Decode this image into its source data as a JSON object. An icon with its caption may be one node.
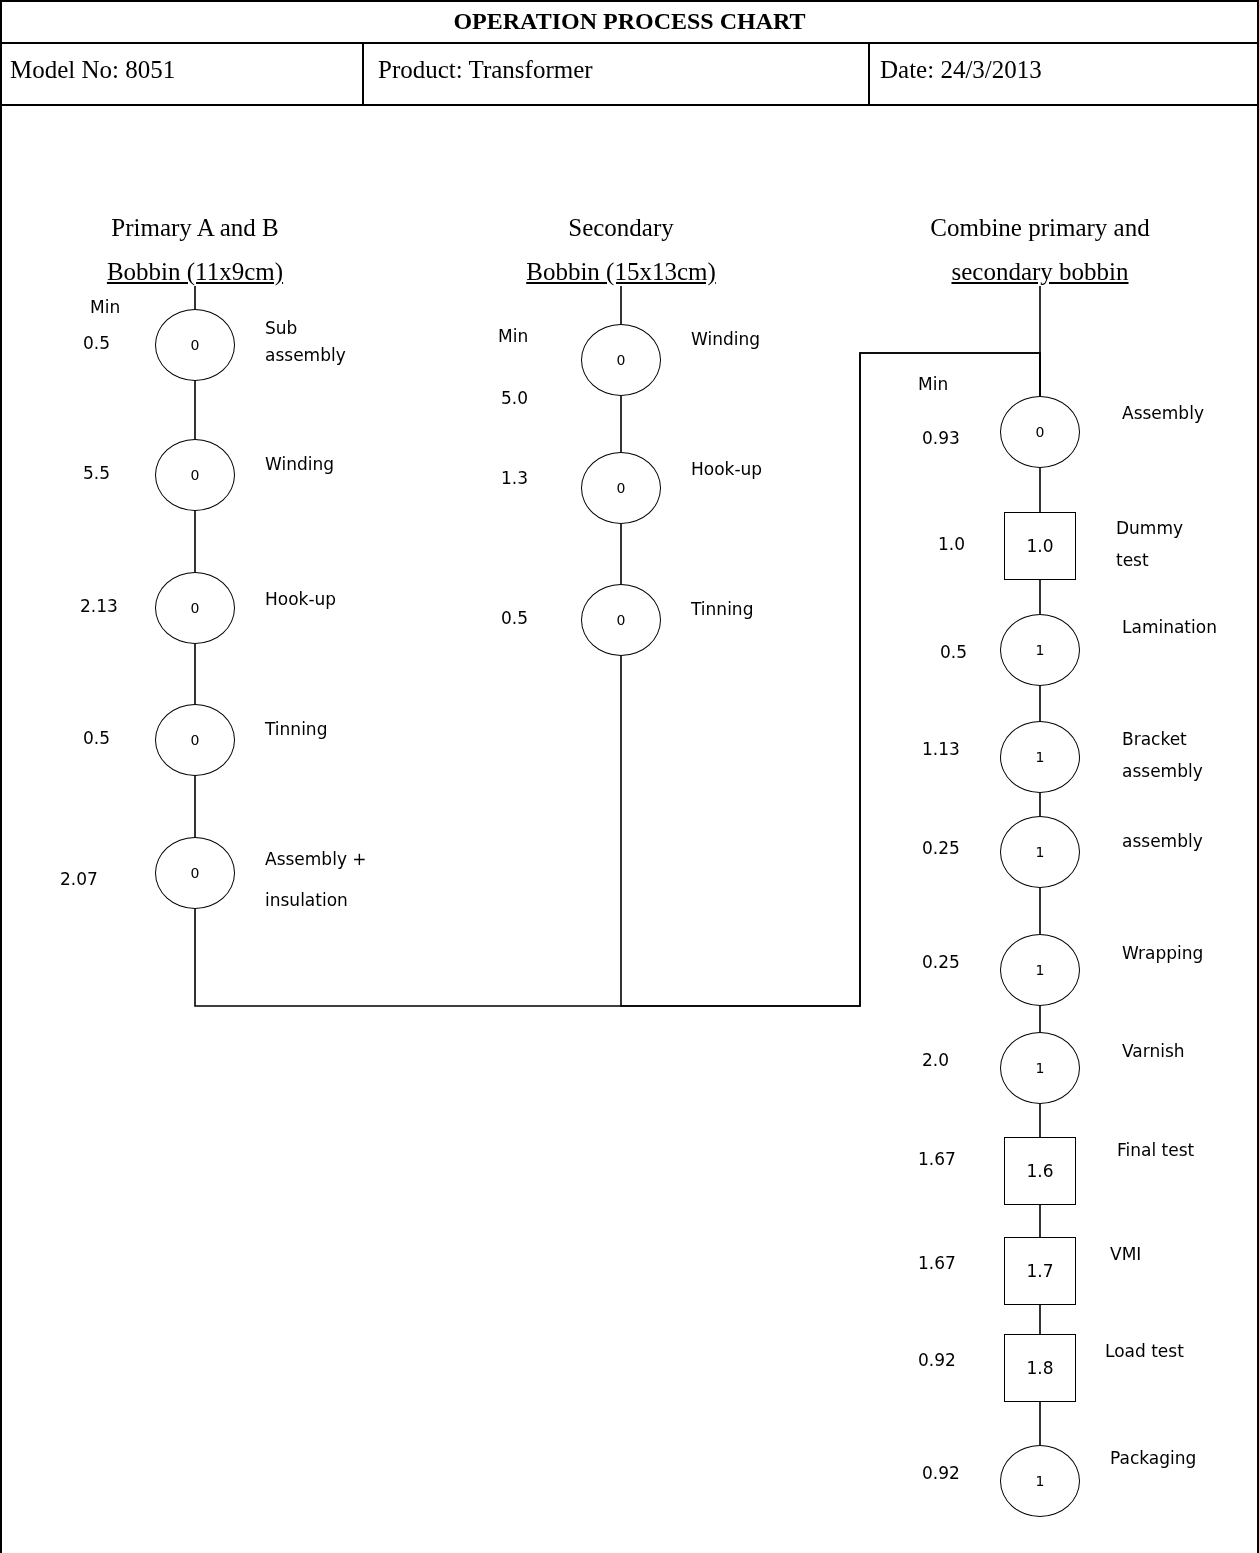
{
  "diagram": {
    "title": "OPERATION PROCESS CHART",
    "nodes": [
      {
        "text": [
          "Primary A and B",
          "Bobbin (11x9cm)"
        ]
      },
      {
        "text": [
          "Secondary",
          "Bobbin (15x13cm)"
        ]
      },
      {
        "text": [
          "Combine primary and",
          "secondary bobbin"
        ]
      },
      {
        "text": [
          "0"
        ],
        "beside": [
          "0.5",
          "Sub assembly"
        ]
      },
      {
        "text": [
          "0"
        ],
        "beside": [
          "5.5",
          "Winding"
        ]
      },
      {
        "text": [
          "0"
        ],
        "beside": [
          "2.13",
          "Hook-up"
        ]
      },
      {
        "text": [
          "0"
        ],
        "beside": [
          "0.5",
          "Tinning"
        ]
      },
      {
        "text": [
          "0"
        ],
        "beside": [
          "2.07",
          "Assembly + insulation"
        ]
      },
      {
        "text": [
          "0"
        ],
        "beside": [
          "5.0",
          "Winding"
        ]
      },
      {
        "text": [
          "0"
        ],
        "beside": [
          "1.3",
          "Hook-up"
        ]
      },
      {
        "text": [
          "0"
        ],
        "beside": [
          "0.5",
          "Tinning"
        ]
      },
      {
        "text": [
          "0"
        ],
        "beside": [
          "0.93",
          "Assembly"
        ]
      },
      {
        "text": [
          "1.0"
        ],
        "beside": [
          "1.0",
          "Dummy test"
        ]
      },
      {
        "text": [
          "1"
        ],
        "beside": [
          "0.5",
          "Lamination"
        ]
      },
      {
        "text": [
          "1"
        ],
        "beside": [
          "1.13",
          "Bracket assembly"
        ]
      },
      {
        "text": [
          "1"
        ],
        "beside": [
          "0.25",
          "assembly"
        ]
      },
      {
        "text": [
          "1"
        ],
        "beside": [
          "0.25",
          "Wrapping"
        ]
      },
      {
        "text": [
          "1"
        ],
        "beside": [
          "2.0",
          "Varnish"
        ]
      },
      {
        "text": [
          "1.6"
        ],
        "beside": [
          "1.67",
          "Final test"
        ]
      },
      {
        "text": [
          "1.7"
        ],
        "beside": [
          "1.67",
          "VMI"
        ]
      },
      {
        "text": [
          "1.8"
        ],
        "beside": [
          "0.92",
          "Load test"
        ]
      },
      {
        "text": [
          "1"
        ],
        "beside": [
          "0.92",
          "Packaging"
        ]
      }
    ],
    "edges": [
      {
        "from": 0,
        "to": 3,
        "arrow": "none"
      },
      {
        "from": 3,
        "to": 4,
        "arrow": "none"
      },
      {
        "from": 4,
        "to": 5,
        "arrow": "none"
      },
      {
        "from": 5,
        "to": 6,
        "arrow": "none"
      },
      {
        "from": 6,
        "to": 7,
        "arrow": "none"
      },
      {
        "from": 1,
        "to": 8,
        "arrow": "none"
      },
      {
        "from": 8,
        "to": 9,
        "arrow": "none"
      },
      {
        "from": 9,
        "to": 10,
        "arrow": "none"
      },
      {
        "from": 2,
        "to": 11,
        "arrow": "none"
      },
      {
        "from": 7,
        "to": 11,
        "arrow": "none"
      },
      {
        "from": 10,
        "to": 11,
        "arrow": "none"
      },
      {
        "from": 11,
        "to": 12,
        "arrow": "none"
      },
      {
        "from": 12,
        "to": 13,
        "arrow": "none"
      },
      {
        "from": 13,
        "to": 14,
        "arrow": "none"
      },
      {
        "from": 14,
        "to": 15,
        "arrow": "none"
      },
      {
        "from": 15,
        "to": 16,
        "arrow": "none"
      },
      {
        "from": 16,
        "to": 17,
        "arrow": "none"
      },
      {
        "from": 17,
        "to": 18,
        "arrow": "none"
      },
      {
        "from": 18,
        "to": 19,
        "arrow": "none"
      },
      {
        "from": 19,
        "to": 20,
        "arrow": "none"
      },
      {
        "from": 20,
        "to": 21,
        "arrow": "none"
      }
    ],
    "labels": [
      "Model No: 8051",
      "Product: Transformer",
      "Date: 24/3/2013",
      "Min",
      "Min",
      "Min"
    ]
  }
}
